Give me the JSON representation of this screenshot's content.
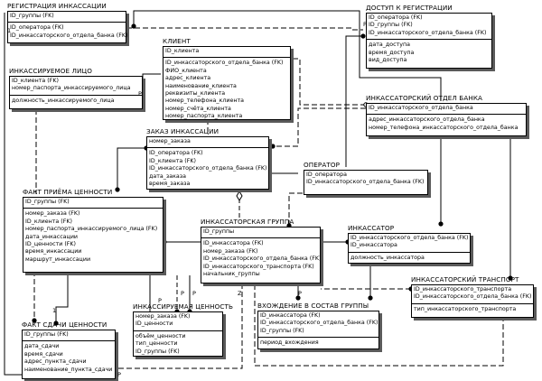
{
  "entities": {
    "registraciya": {
      "title": "РЕГИСТРАЦИЯ ИНКАССАЦИИ",
      "keys": [
        "ID_группы (FK)"
      ],
      "attrs": [
        "ID_оператора (FK)",
        "ID_инкассаторского_отдела_банка (FK)"
      ]
    },
    "dostup": {
      "title": "ДОСТУП К РЕГИСТРАЦИИ",
      "keys": [
        "ID_оператора (FK)",
        "ID_группы (FK)",
        "ID_инкассаторского_отдела_банка (FK)"
      ],
      "attrs": [
        "дата_доступа",
        "время_доступа",
        "вид_доступа"
      ]
    },
    "klient": {
      "title": "КЛИЕНТ",
      "keys": [
        "ID_клиента"
      ],
      "attrs": [
        "ID_инкассаторского_отдела_банка (FK)",
        "ФИО_клиента",
        "адрес_клиента",
        "наименование_клиента",
        "реквизиты_клиента",
        "номер_телефона_клиента",
        "номер_счёта_клиента",
        "номер_паспорта_клиента"
      ]
    },
    "inkassiruemoe_lico": {
      "title": "ИНКАССИРУЕМОЕ ЛИЦО",
      "keys": [
        "ID_клиента (FK)",
        "номер_паспорта_инкассируемого_лица"
      ],
      "attrs": [
        "должность_инкассируемого_лица"
      ]
    },
    "otdel_banka": {
      "title": "ИНКАССАТОРСКИЙ ОТДЕЛ БАНКА",
      "keys": [
        "ID_инкассаторского_отдела_банка"
      ],
      "attrs": [
        "адрес_инкассаторского_отдела_банка",
        "номер_телефона_инкассаторского_отдела_банка"
      ]
    },
    "zakaz": {
      "title": "ЗАКАЗ ИНКАССАЦИИ",
      "keys": [
        "номер_заказа"
      ],
      "attrs": [
        "ID_оператора (FK)",
        "ID_клиента (FK)",
        "ID_инкассаторского_отдела_банка (FK)",
        "дата_заказа",
        "время_заказа"
      ]
    },
    "operator": {
      "title": "ОПЕРАТОР",
      "keys": [
        "ID_оператора",
        "ID_инкассаторского_отдела_банка (FK)"
      ],
      "attrs": []
    },
    "fakt_priema": {
      "title": "ФАКТ ПРИЁМА ЦЕННОСТИ",
      "keys": [
        "ID_группы (FK)"
      ],
      "attrs": [
        "номер_заказа (FK)",
        "ID_клиента (FK)",
        "номер_паспорта_инкассируемого_лица (FK)",
        "дата_инкассации",
        "ID_ценности (FK)",
        "время_инкассации",
        "маршрут_инкассации"
      ]
    },
    "gruppa": {
      "title": "ИНКАССАТОРСКАЯ ГРУППА",
      "keys": [
        "ID_группы"
      ],
      "attrs": [
        "ID_инкассатора (FK)",
        "номер_заказа (FK)",
        "ID_инкассаторского_отдела_банка (FK)",
        "ID_инкассаторского_транспорта (FK)",
        "начальник_группы"
      ]
    },
    "inkassator": {
      "title": "ИНКАССАТОР",
      "keys": [
        "ID_инкассаторского_отдела_банка (FK)",
        "ID_инкассатора"
      ],
      "attrs": [
        "должность_инкассатора"
      ]
    },
    "transport": {
      "title": "ИНКАССАТОРСКИЙ ТРАНСПОРТ",
      "keys": [
        "ID_инкассаторского_транспорта",
        "ID_инкассаторского_отдела_банка (FK)"
      ],
      "attrs": [
        "тип_инкассаторского_транспорта"
      ]
    },
    "cennost": {
      "title": "ИНКАССИРУЕМАЯ ЦЕННОСТЬ",
      "keys": [
        "номер_заказа (FK)",
        "ID_ценности"
      ],
      "attrs": [
        "объём_ценности",
        "тип_ценности",
        "ID_группы (FK)"
      ]
    },
    "vhozhdenie": {
      "title": "ВХОЖДЕНИЕ В СОСТАВ ГРУППЫ",
      "keys": [
        "ID_инкассатора (FK)",
        "ID_инкассаторского_отдела_банка (FK)",
        "ID_группы (FK)"
      ],
      "attrs": [
        "период_вхождения"
      ]
    },
    "fakt_sdachi": {
      "title": "ФАКТ СДАЧИ ЦЕННОСТИ",
      "keys": [
        "ID_группы (FK)"
      ],
      "attrs": [
        "дата_сдачи",
        "время_сдачи",
        "адрес_пункта_сдачи",
        "наименование_пункта_сдачи"
      ]
    }
  },
  "cardinality_labels": [
    "1",
    "P",
    "P",
    "P",
    "P",
    "P",
    "Z",
    "1",
    "P",
    "P"
  ]
}
